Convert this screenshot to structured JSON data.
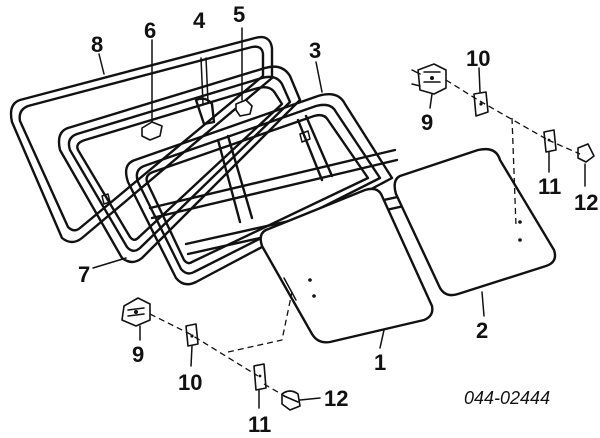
{
  "diagram": {
    "callouts": {
      "c1": "1",
      "c2": "2",
      "c3": "3",
      "c4": "4",
      "c5": "5",
      "c6": "6",
      "c7": "7",
      "c8": "8",
      "c9a": "9",
      "c9b": "9",
      "c10a": "10",
      "c10b": "10",
      "c11a": "11",
      "c11b": "11",
      "c12a": "12",
      "c12b": "12"
    },
    "part_code": "044-02444"
  }
}
